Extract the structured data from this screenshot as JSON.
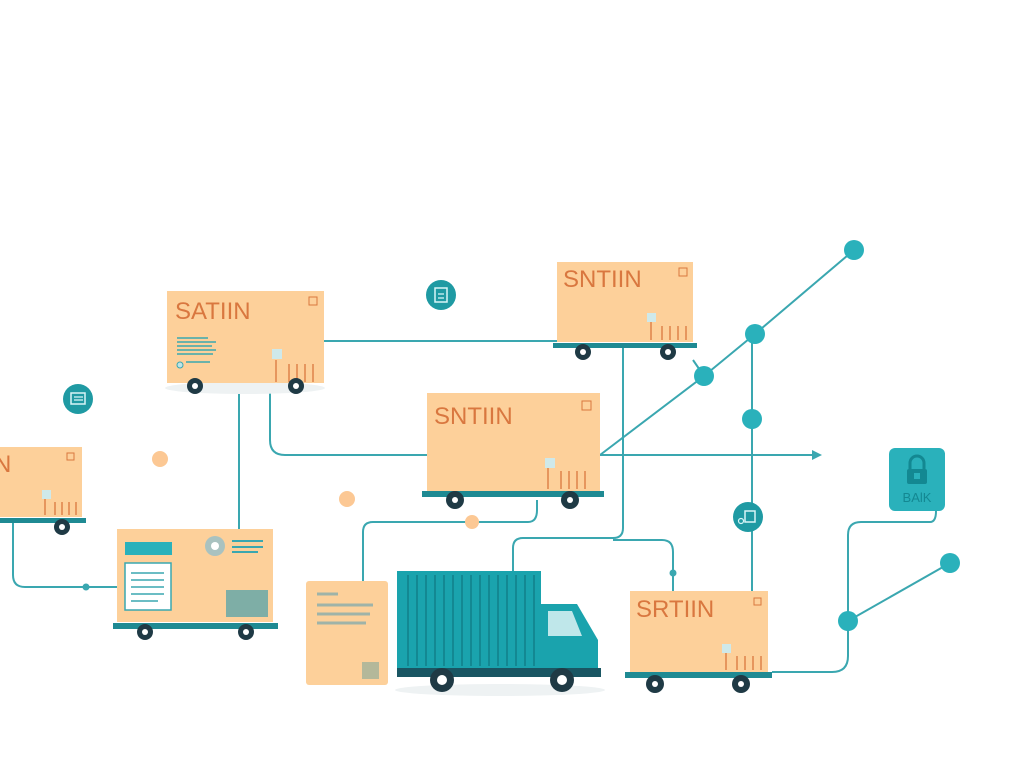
{
  "boxes": {
    "box_a_label": "SATIIN",
    "box_b_label": "SNTIIN",
    "box_c_label": "SNTIIN",
    "box_d_label": "N",
    "box_g_label": "SRTIIN"
  },
  "lock": {
    "label": "BAlK"
  },
  "colors": {
    "teal": "#2ab1bb",
    "line": "#3aa7b0",
    "box": "#fdd09a",
    "label": "#d9773f",
    "truck": "#1aa3ad"
  },
  "icons": [
    "document-icon",
    "list-icon",
    "key-list-icon",
    "lock-icon",
    "truck-icon"
  ]
}
